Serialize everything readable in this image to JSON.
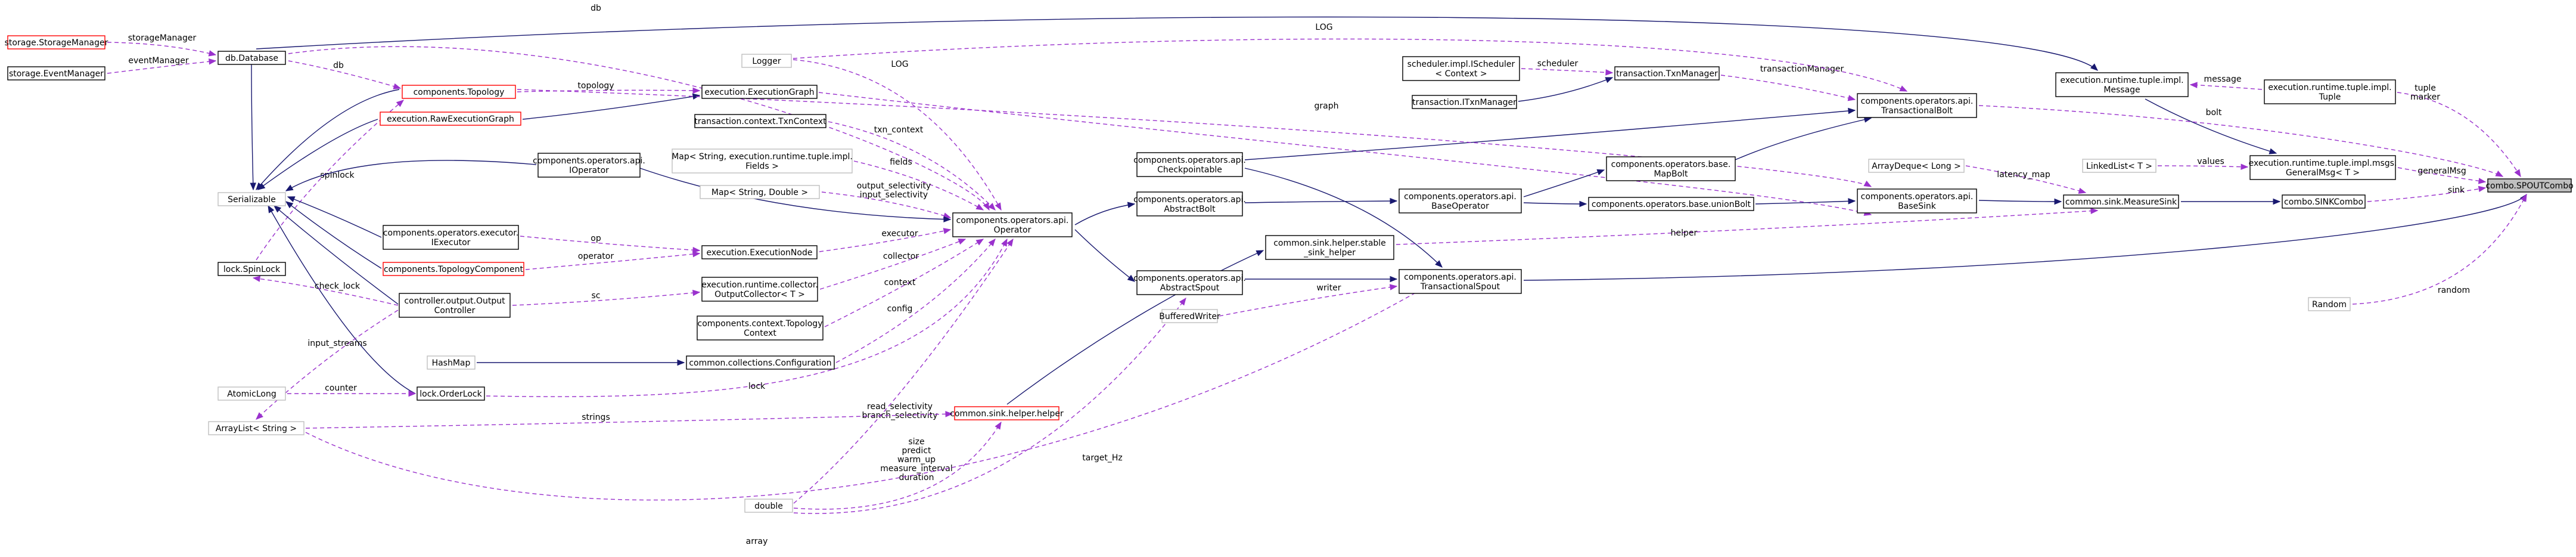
{
  "nodes": [
    {
      "id": "storage_mgr",
      "lines": [
        "storage.StorageManager"
      ],
      "style": "red",
      "interactable": true
    },
    {
      "id": "event_mgr",
      "lines": [
        "storage.EventManager"
      ],
      "style": "black",
      "interactable": true
    },
    {
      "id": "db",
      "lines": [
        "db.Database"
      ],
      "style": "black",
      "interactable": true
    },
    {
      "id": "serializable",
      "lines": [
        "Serializable"
      ],
      "style": "gray",
      "interactable": false
    },
    {
      "id": "spinlock",
      "lines": [
        "lock.SpinLock"
      ],
      "style": "black",
      "interactable": true
    },
    {
      "id": "atomiclong",
      "lines": [
        "AtomicLong"
      ],
      "style": "gray",
      "interactable": false
    },
    {
      "id": "arraylist",
      "lines": [
        "ArrayList< String >"
      ],
      "style": "gray",
      "interactable": false
    },
    {
      "id": "topology",
      "lines": [
        "components.Topology"
      ],
      "style": "red",
      "interactable": true
    },
    {
      "id": "raw_graph",
      "lines": [
        "execution.RawExecutionGraph"
      ],
      "style": "red",
      "interactable": true
    },
    {
      "id": "ioperator",
      "lines": [
        "components.operators.api.",
        "IOperator"
      ],
      "style": "black",
      "interactable": true
    },
    {
      "id": "iexecutor",
      "lines": [
        "components.operators.executor.",
        "IExecutor"
      ],
      "style": "black",
      "interactable": true
    },
    {
      "id": "topo_comp",
      "lines": [
        "components.TopologyComponent"
      ],
      "style": "red",
      "interactable": true
    },
    {
      "id": "out_ctrl",
      "lines": [
        "controller.output.Output",
        "Controller"
      ],
      "style": "black",
      "interactable": true
    },
    {
      "id": "hashmap",
      "lines": [
        "HashMap"
      ],
      "style": "gray",
      "interactable": false
    },
    {
      "id": "orderlock",
      "lines": [
        "lock.OrderLock"
      ],
      "style": "black",
      "interactable": true
    },
    {
      "id": "logger",
      "lines": [
        "Logger"
      ],
      "style": "gray",
      "interactable": false
    },
    {
      "id": "exec_graph",
      "lines": [
        "execution.ExecutionGraph"
      ],
      "style": "black",
      "interactable": true
    },
    {
      "id": "txn_context",
      "lines": [
        "transaction.context.TxnContext"
      ],
      "style": "black",
      "interactable": true
    },
    {
      "id": "map_fields",
      "lines": [
        "Map< String, execution.runtime.tuple.impl.",
        "Fields >"
      ],
      "style": "gray",
      "interactable": false
    },
    {
      "id": "map_double",
      "lines": [
        "Map< String, Double >"
      ],
      "style": "gray",
      "interactable": false
    },
    {
      "id": "exec_node",
      "lines": [
        "execution.ExecutionNode"
      ],
      "style": "black",
      "interactable": true
    },
    {
      "id": "out_collector",
      "lines": [
        "execution.runtime.collector.",
        "OutputCollector< T >"
      ],
      "style": "black",
      "interactable": true
    },
    {
      "id": "topo_context",
      "lines": [
        "components.context.Topology",
        "Context"
      ],
      "style": "black",
      "interactable": true
    },
    {
      "id": "configuration",
      "lines": [
        "common.collections.Configuration"
      ],
      "style": "black",
      "interactable": true
    },
    {
      "id": "double",
      "lines": [
        "double"
      ],
      "style": "gray",
      "interactable": false
    },
    {
      "id": "operator",
      "lines": [
        "components.operators.api.",
        "Operator"
      ],
      "style": "black",
      "interactable": true
    },
    {
      "id": "sink_helper",
      "lines": [
        "common.sink.helper.helper"
      ],
      "style": "red",
      "interactable": true
    },
    {
      "id": "checkpointable",
      "lines": [
        "components.operators.api.",
        "Checkpointable"
      ],
      "style": "black",
      "interactable": true
    },
    {
      "id": "abstract_bolt",
      "lines": [
        "components.operators.api.",
        "AbstractBolt"
      ],
      "style": "black",
      "interactable": true
    },
    {
      "id": "stable_helper",
      "lines": [
        "common.sink.helper.stable",
        "_sink_helper"
      ],
      "style": "black",
      "interactable": true
    },
    {
      "id": "abstract_spout",
      "lines": [
        "components.operators.api.",
        "AbstractSpout"
      ],
      "style": "black",
      "interactable": true
    },
    {
      "id": "buffered_writer",
      "lines": [
        "BufferedWriter"
      ],
      "style": "gray",
      "interactable": false
    },
    {
      "id": "scheduler",
      "lines": [
        "scheduler.impl.IScheduler",
        "< Context >"
      ],
      "style": "black",
      "interactable": true
    },
    {
      "id": "itxn_mgr",
      "lines": [
        "transaction.ITxnManager"
      ],
      "style": "black",
      "interactable": true
    },
    {
      "id": "txn_mgr",
      "lines": [
        "transaction.TxnManager"
      ],
      "style": "black",
      "interactable": true
    },
    {
      "id": "base_operator",
      "lines": [
        "components.operators.api.",
        "BaseOperator"
      ],
      "style": "black",
      "interactable": true
    },
    {
      "id": "map_bolt",
      "lines": [
        "components.operators.base.",
        "MapBolt"
      ],
      "style": "black",
      "interactable": true
    },
    {
      "id": "union_bolt",
      "lines": [
        "components.operators.base.unionBolt"
      ],
      "style": "black",
      "interactable": true
    },
    {
      "id": "txn_spout",
      "lines": [
        "components.operators.api.",
        "TransactionalSpout"
      ],
      "style": "black",
      "interactable": true
    },
    {
      "id": "txn_bolt",
      "lines": [
        "components.operators.api.",
        "TransactionalBolt"
      ],
      "style": "black",
      "interactable": true
    },
    {
      "id": "base_sink",
      "lines": [
        "components.operators.api.",
        "BaseSink"
      ],
      "style": "black",
      "interactable": true
    },
    {
      "id": "arraydeque",
      "lines": [
        "ArrayDeque< Long >"
      ],
      "style": "gray",
      "interactable": false
    },
    {
      "id": "measure_sink",
      "lines": [
        "common.sink.MeasureSink"
      ],
      "style": "black",
      "interactable": true
    },
    {
      "id": "msg",
      "lines": [
        "execution.runtime.tuple.impl.",
        "Message"
      ],
      "style": "black",
      "interactable": true
    },
    {
      "id": "tuple",
      "lines": [
        "execution.runtime.tuple.impl.",
        "Tuple"
      ],
      "style": "black",
      "interactable": true
    },
    {
      "id": "linkedlist",
      "lines": [
        "LinkedList< T >"
      ],
      "style": "gray",
      "interactable": false
    },
    {
      "id": "general_msg",
      "lines": [
        "execution.runtime.tuple.impl.msgs.",
        "GeneralMsg< T >"
      ],
      "style": "black",
      "interactable": true
    },
    {
      "id": "sink_combo",
      "lines": [
        "combo.SINKCombo"
      ],
      "style": "black",
      "interactable": true
    },
    {
      "id": "random",
      "lines": [
        "Random"
      ],
      "style": "gray",
      "interactable": false
    },
    {
      "id": "spout_combo",
      "lines": [
        "combo.SPOUTCombo"
      ],
      "style": "selected",
      "interactable": true
    }
  ],
  "edges": [
    {
      "id": "e1",
      "kind": "use",
      "from": "storage_mgr",
      "to": "db",
      "label": [
        "storageManager"
      ]
    },
    {
      "id": "e2",
      "kind": "use",
      "from": "event_mgr",
      "to": "db",
      "label": [
        "eventManager"
      ]
    },
    {
      "id": "e3",
      "kind": "inh",
      "from": "db",
      "to": "serializable",
      "label": []
    },
    {
      "id": "e4",
      "kind": "inh",
      "from": "topology",
      "to": "serializable",
      "label": []
    },
    {
      "id": "e5",
      "kind": "use",
      "from": "db",
      "to": "topology",
      "label": [
        "db"
      ]
    },
    {
      "id": "e6",
      "kind": "inh",
      "from": "raw_graph",
      "to": "serializable",
      "label": []
    },
    {
      "id": "e7",
      "kind": "use",
      "from": "spinlock",
      "to": "topology",
      "label": [
        "spinlock"
      ]
    },
    {
      "id": "e8",
      "kind": "inh",
      "from": "ioperator",
      "to": "serializable",
      "label": []
    },
    {
      "id": "e9",
      "kind": "inh",
      "from": "iexecutor",
      "to": "serializable",
      "label": []
    },
    {
      "id": "e10",
      "kind": "inh",
      "from": "topo_comp",
      "to": "serializable",
      "label": []
    },
    {
      "id": "e11",
      "kind": "inh",
      "from": "out_ctrl",
      "to": "serializable",
      "label": []
    },
    {
      "id": "e12",
      "kind": "inh",
      "from": "orderlock",
      "to": "serializable",
      "label": []
    },
    {
      "id": "e13",
      "kind": "use",
      "from": "spinlock",
      "to": "out_ctrl",
      "label": [
        "check_lock"
      ]
    },
    {
      "id": "e14",
      "kind": "use",
      "from": "arraylist",
      "to": "out_ctrl",
      "label": [
        "input_streams"
      ]
    },
    {
      "id": "e15",
      "kind": "use",
      "from": "atomiclong",
      "to": "orderlock",
      "label": [
        "counter"
      ]
    },
    {
      "id": "e16",
      "kind": "inh",
      "from": "hashmap",
      "to": "configuration",
      "label": []
    },
    {
      "id": "e17",
      "kind": "use",
      "from": "topology",
      "to": "exec_graph",
      "label": [
        "topology"
      ]
    },
    {
      "id": "e18",
      "kind": "inh",
      "from": "raw_graph",
      "to": "exec_graph",
      "label": []
    },
    {
      "id": "e19",
      "kind": "use",
      "from": "iexecutor",
      "to": "exec_node",
      "label": [
        "op"
      ]
    },
    {
      "id": "e20",
      "kind": "use",
      "from": "topo_comp",
      "to": "exec_node",
      "label": [
        "operator"
      ]
    },
    {
      "id": "e21",
      "kind": "use",
      "from": "out_ctrl",
      "to": "out_collector",
      "label": [
        "sc"
      ]
    },
    {
      "id": "e22",
      "kind": "use",
      "from": "db",
      "to": "operator",
      "label": [
        "db"
      ]
    },
    {
      "id": "e23",
      "kind": "use",
      "from": "logger",
      "to": "operator",
      "label": [
        "LOG"
      ]
    },
    {
      "id": "e24",
      "kind": "use",
      "from": "txn_context",
      "to": "operator",
      "label": [
        "txn_context"
      ]
    },
    {
      "id": "e25",
      "kind": "use",
      "from": "map_fields",
      "to": "operator",
      "label": [
        "fields"
      ]
    },
    {
      "id": "e26",
      "kind": "use",
      "from": "map_double",
      "to": "operator",
      "label": [
        "output_selectivity",
        "input_selectivity"
      ]
    },
    {
      "id": "e27",
      "kind": "inh",
      "from": "ioperator",
      "to": "operator",
      "label": []
    },
    {
      "id": "e28",
      "kind": "use",
      "from": "exec_node",
      "to": "operator",
      "label": [
        "executor"
      ]
    },
    {
      "id": "e29",
      "kind": "use",
      "from": "out_collector",
      "to": "operator",
      "label": [
        "collector"
      ]
    },
    {
      "id": "e30",
      "kind": "use",
      "from": "topo_context",
      "to": "operator",
      "label": [
        "context"
      ]
    },
    {
      "id": "e31",
      "kind": "use",
      "from": "configuration",
      "to": "operator",
      "label": [
        "config"
      ]
    },
    {
      "id": "e32",
      "kind": "use",
      "from": "orderlock",
      "to": "operator",
      "label": [
        "lock"
      ]
    },
    {
      "id": "e33",
      "kind": "use",
      "from": "exec_graph",
      "to": "operator",
      "label": [
        "graph"
      ]
    },
    {
      "id": "e34",
      "kind": "use",
      "from": "double",
      "to": "operator",
      "label": [
        "read_selectivity",
        "branch_selectivity"
      ]
    },
    {
      "id": "e35",
      "kind": "use",
      "from": "arraylist",
      "to": "sink_helper",
      "label": [
        "strings"
      ]
    },
    {
      "id": "e36",
      "kind": "use",
      "from": "double",
      "to": "sink_helper",
      "label": [
        "size",
        "predict",
        "warm_up",
        "measure_interval",
        "duration"
      ]
    },
    {
      "id": "e37",
      "kind": "inh",
      "from": "operator",
      "to": "abstract_bolt",
      "label": []
    },
    {
      "id": "e38",
      "kind": "inh",
      "from": "operator",
      "to": "abstract_spout",
      "label": []
    },
    {
      "id": "e39",
      "kind": "inh",
      "from": "sink_helper",
      "to": "stable_helper",
      "label": []
    },
    {
      "id": "e40",
      "kind": "use",
      "from": "double",
      "to": "abstract_spout",
      "label": [
        "target_Hz"
      ]
    },
    {
      "id": "e41",
      "kind": "use",
      "from": "arraylist",
      "to": "txn_spout",
      "label": [
        "array"
      ]
    },
    {
      "id": "e42",
      "kind": "use",
      "from": "buffered_writer",
      "to": "txn_spout",
      "label": [
        "writer"
      ]
    },
    {
      "id": "e43",
      "kind": "inh",
      "from": "abstract_spout",
      "to": "txn_spout",
      "label": []
    },
    {
      "id": "e44",
      "kind": "inh",
      "from": "checkpointable",
      "to": "txn_spout",
      "label": []
    },
    {
      "id": "e45",
      "kind": "inh",
      "from": "abstract_bolt",
      "to": "base_operator",
      "label": []
    },
    {
      "id": "e46",
      "kind": "use",
      "from": "scheduler",
      "to": "txn_mgr",
      "label": [
        "scheduler"
      ]
    },
    {
      "id": "e47",
      "kind": "inh",
      "from": "itxn_mgr",
      "to": "txn_mgr",
      "label": []
    },
    {
      "id": "e48",
      "kind": "inh",
      "from": "base_operator",
      "to": "map_bolt",
      "label": []
    },
    {
      "id": "e49",
      "kind": "inh",
      "from": "base_operator",
      "to": "union_bolt",
      "label": []
    },
    {
      "id": "e50",
      "kind": "use",
      "from": "txn_mgr",
      "to": "txn_bolt",
      "label": [
        "transactionManager"
      ]
    },
    {
      "id": "e51",
      "kind": "inh",
      "from": "map_bolt",
      "to": "txn_bolt",
      "label": []
    },
    {
      "id": "e52",
      "kind": "inh",
      "from": "checkpointable",
      "to": "txn_bolt",
      "label": []
    },
    {
      "id": "e53",
      "kind": "use",
      "from": "logger",
      "to": "txn_bolt",
      "label": [
        "LOG"
      ]
    },
    {
      "id": "e54",
      "kind": "inh",
      "from": "union_bolt",
      "to": "base_sink",
      "label": []
    },
    {
      "id": "e55",
      "kind": "use",
      "from": "topology",
      "to": "base_sink",
      "label": []
    },
    {
      "id": "e56",
      "kind": "inh",
      "from": "base_sink",
      "to": "measure_sink",
      "label": []
    },
    {
      "id": "e57",
      "kind": "use",
      "from": "arraydeque",
      "to": "measure_sink",
      "label": [
        "latency_map"
      ]
    },
    {
      "id": "e58",
      "kind": "use",
      "from": "stable_helper",
      "to": "measure_sink",
      "label": [
        "helper"
      ]
    },
    {
      "id": "e59",
      "kind": "inh",
      "from": "db",
      "to": "msg",
      "label": []
    },
    {
      "id": "e60",
      "kind": "use",
      "from": "msg",
      "to": "tuple",
      "label": [
        "message"
      ]
    },
    {
      "id": "e61",
      "kind": "use",
      "from": "linkedlist",
      "to": "general_msg",
      "label": [
        "values"
      ]
    },
    {
      "id": "e62",
      "kind": "inh",
      "from": "msg",
      "to": "general_msg",
      "label": []
    },
    {
      "id": "e63",
      "kind": "inh",
      "from": "measure_sink",
      "to": "sink_combo",
      "label": []
    },
    {
      "id": "e64",
      "kind": "use",
      "from": "txn_bolt",
      "to": "spout_combo",
      "label": [
        "bolt"
      ]
    },
    {
      "id": "e65",
      "kind": "use",
      "from": "tuple",
      "to": "spout_combo",
      "label": [
        "tuple",
        "marker"
      ]
    },
    {
      "id": "e66",
      "kind": "use",
      "from": "general_msg",
      "to": "spout_combo",
      "label": [
        "generalMsg"
      ]
    },
    {
      "id": "e67",
      "kind": "use",
      "from": "sink_combo",
      "to": "spout_combo",
      "label": [
        "sink"
      ]
    },
    {
      "id": "e68",
      "kind": "inh",
      "from": "txn_spout",
      "to": "spout_combo",
      "label": []
    },
    {
      "id": "e69",
      "kind": "use",
      "from": "random",
      "to": "spout_combo",
      "label": [
        "random"
      ]
    }
  ]
}
